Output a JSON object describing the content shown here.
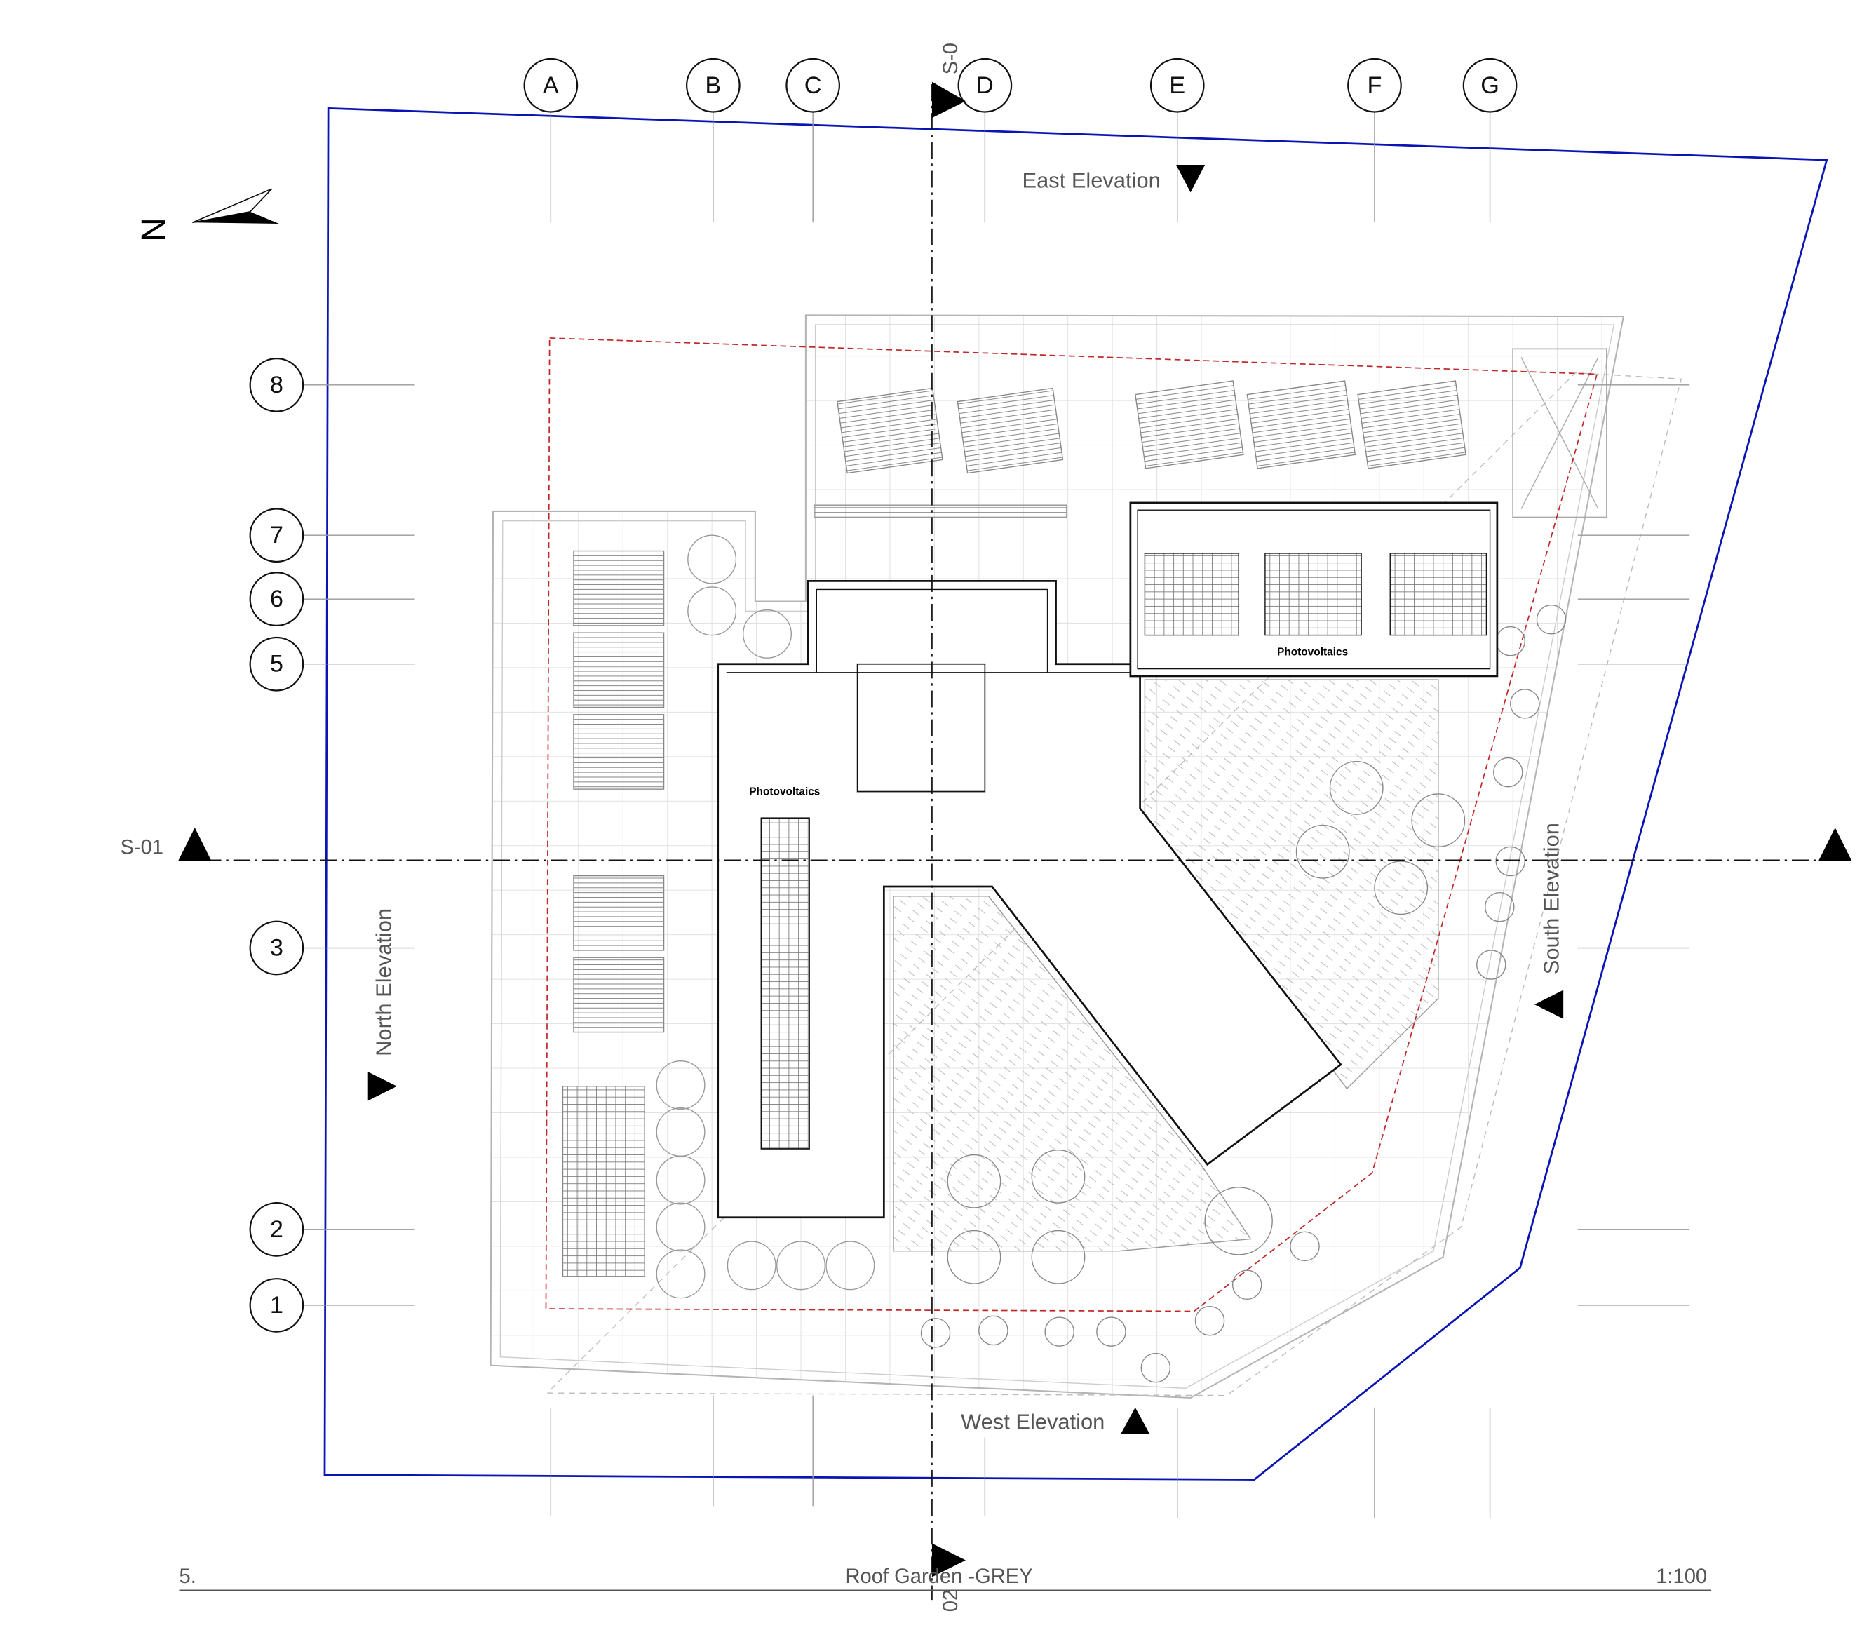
{
  "drawing": {
    "sheet_number": "5.",
    "title": "Roof Garden -GREY",
    "scale": "1:100"
  },
  "grid": {
    "columns": [
      "A",
      "B",
      "C",
      "D",
      "E",
      "F",
      "G"
    ],
    "rows": [
      "8",
      "7",
      "6",
      "5",
      "3",
      "2",
      "1"
    ]
  },
  "sections": {
    "horizontal": "S-01",
    "vertical_top": "S-0",
    "vertical_bottom": "02"
  },
  "elevations": {
    "east": "East Elevation",
    "north": "North Elevation",
    "south": "South Elevation",
    "west": "West Elevation"
  },
  "labels": {
    "north_marker": "N",
    "photovoltaics_right": "Photovoltaics",
    "photovoltaics_left": "Photovoltaics"
  },
  "colors": {
    "site_boundary": "#0a14b4",
    "roof_outline_dashed": "#c0282a",
    "building_outline": "#111111",
    "terrace_lines": "#b4b4b4"
  }
}
